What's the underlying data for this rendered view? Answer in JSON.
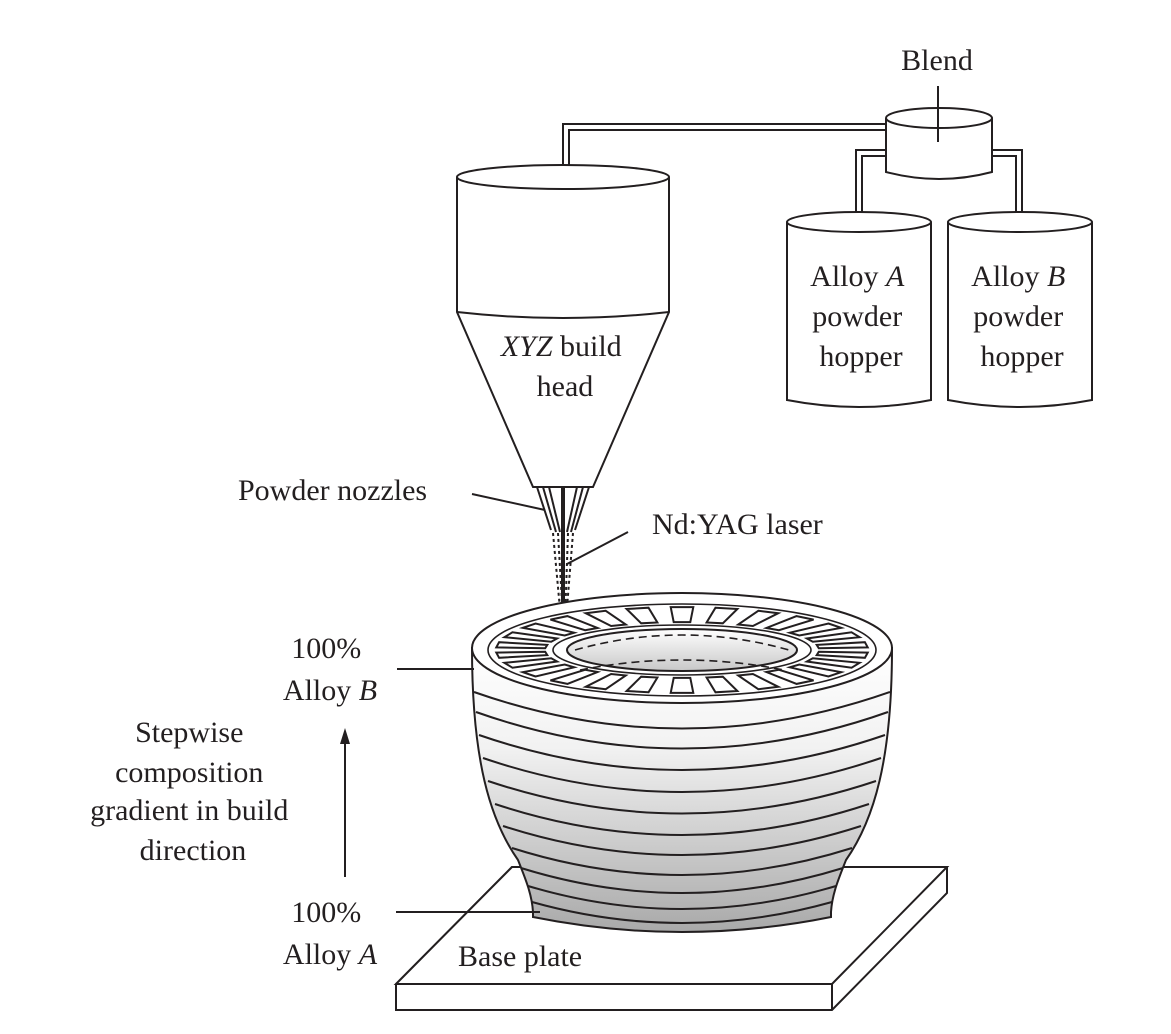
{
  "labels": {
    "blend": "Blend",
    "build_head_italic": "XYZ",
    "build_head_rest": " build",
    "build_head_line2": "head",
    "hopper_a_line1": "Alloy ",
    "hopper_a_letter": "A",
    "hopper_a_line2": "powder",
    "hopper_a_line3": "hopper",
    "hopper_b_line1": "Alloy ",
    "hopper_b_letter": "B",
    "hopper_b_line2": "powder",
    "hopper_b_line3": "hopper",
    "powder_nozzles": "Powder nozzles",
    "laser": "Nd:YAG laser",
    "top_pct": "100%",
    "top_alloy": "Alloy ",
    "top_alloy_letter": "B",
    "gradient_line1": "Stepwise",
    "gradient_line2": "composition",
    "gradient_line3": "gradient in build",
    "gradient_line4": "direction",
    "bottom_pct": "100%",
    "bottom_alloy": "Alloy ",
    "bottom_alloy_letter": "A",
    "base_plate": "Base plate"
  }
}
